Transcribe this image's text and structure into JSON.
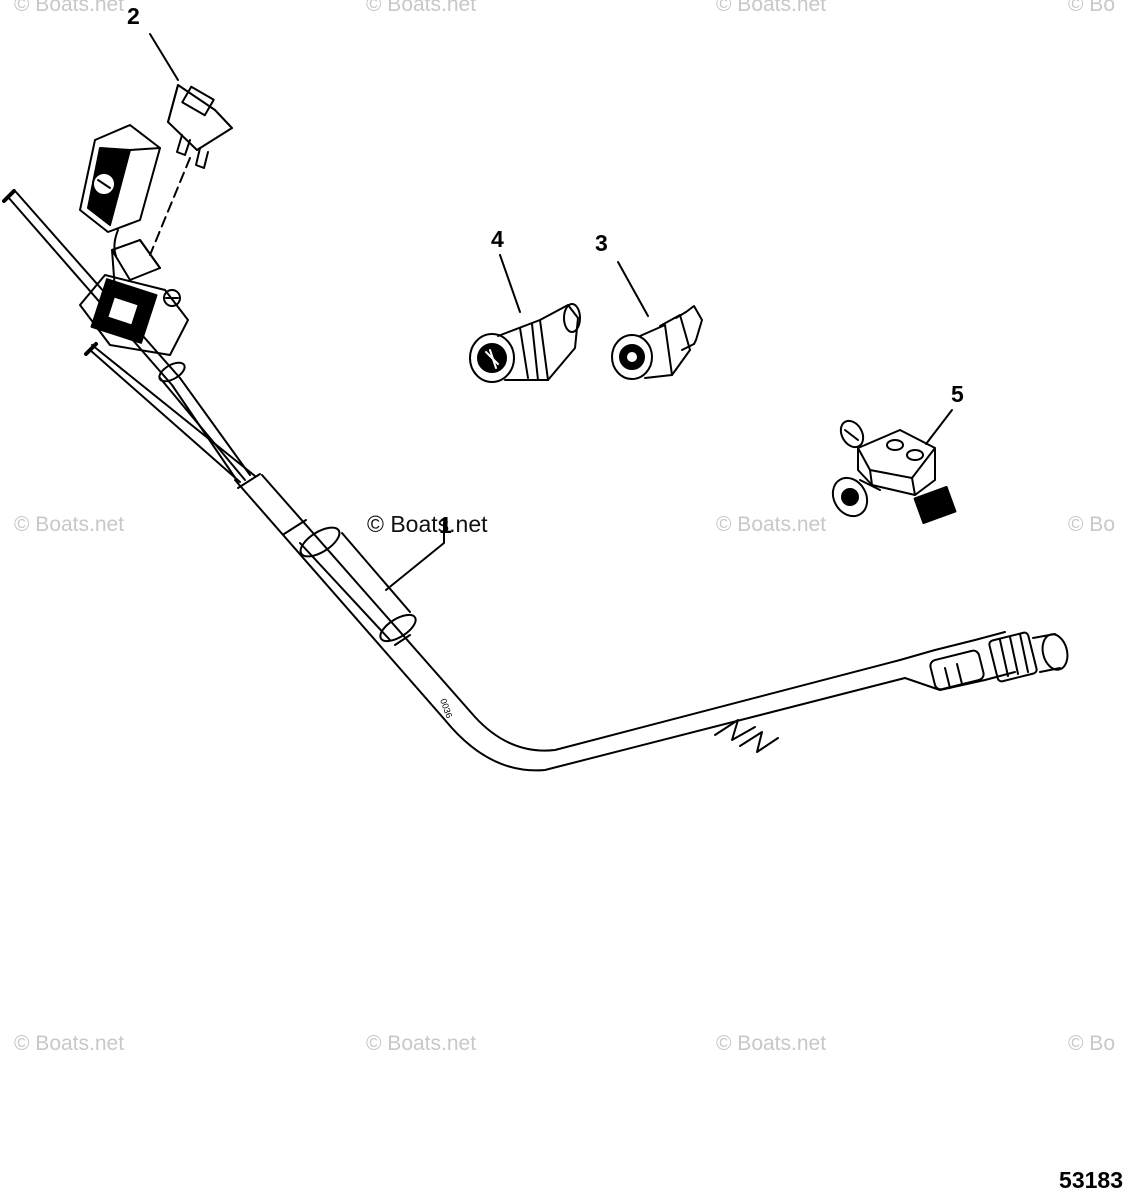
{
  "watermark": "© Boats.net",
  "watermark_partial": "© Bo",
  "callouts": {
    "c1": "1",
    "c2": "2",
    "c3": "3",
    "c4": "4",
    "c5": "5"
  },
  "cable_marking": "0036",
  "figure_number": "53183"
}
